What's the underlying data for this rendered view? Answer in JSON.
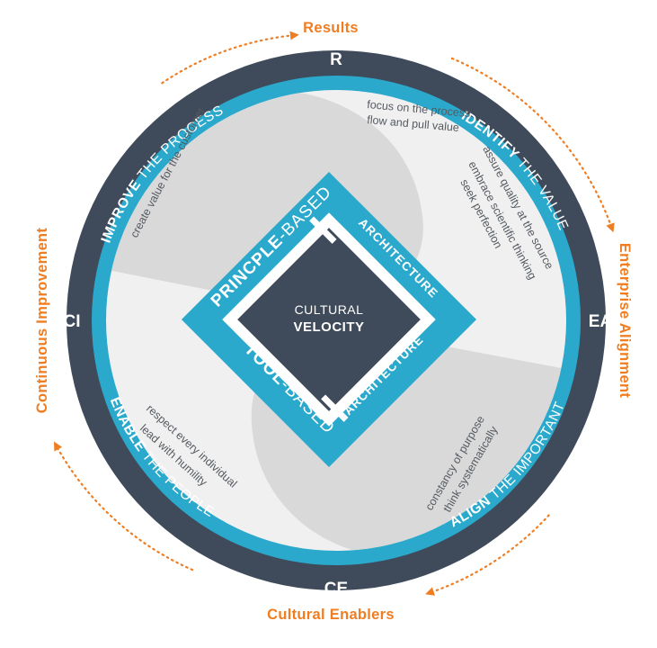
{
  "colors": {
    "dark_ring": "#3f4b5a",
    "teal": "#2aa9cc",
    "orange": "#ef7d22",
    "light_gray": "#f0f0f0",
    "mid_gray": "#d9d9d9",
    "text_gray": "#555a60",
    "center_dark": "#3f4b5a"
  },
  "outer_labels": {
    "results": "Results",
    "enterprise_alignment": "Enterprise Alignment",
    "cultural_enablers": "Cultural Enablers",
    "continuous_improvement": "Continuous Improvement"
  },
  "ring_letters": {
    "top": "R",
    "right": "EA",
    "bottom": "CE",
    "left": "CI"
  },
  "ring_segments": {
    "improve": {
      "bold": "IMPROVE",
      "rest": " THE PROCESS"
    },
    "identify": {
      "bold": "IDENTIFY",
      "rest": " THE VALUE"
    },
    "align": {
      "bold": "ALIGN",
      "rest": " THE IMPORTANT"
    },
    "enable": {
      "bold": "ENABLE",
      "rest": " THE PEOPLE"
    }
  },
  "notes": {
    "create_value": "create value for the customer",
    "focus_process": "focus on the process",
    "flow_pull": "flow and pull value",
    "assure_quality": "assure quality at the source",
    "scientific": "embrace scientific thinking",
    "perfection": "seek perfection",
    "respect": "respect every individual",
    "humility": "lead with humility",
    "constancy": "constancy of purpose",
    "systematically": "think systematically"
  },
  "diamond": {
    "principle_bold": "PRINCPLE",
    "principle_rest": "-BASED",
    "architecture_top": "ARCHITECTURE",
    "tool_bold": "TOOL",
    "tool_rest": "-BASED",
    "architecture_bottom": "ARCHITECTURE",
    "center_line1": "CULTURAL",
    "center_line2": "VELOCITY"
  }
}
